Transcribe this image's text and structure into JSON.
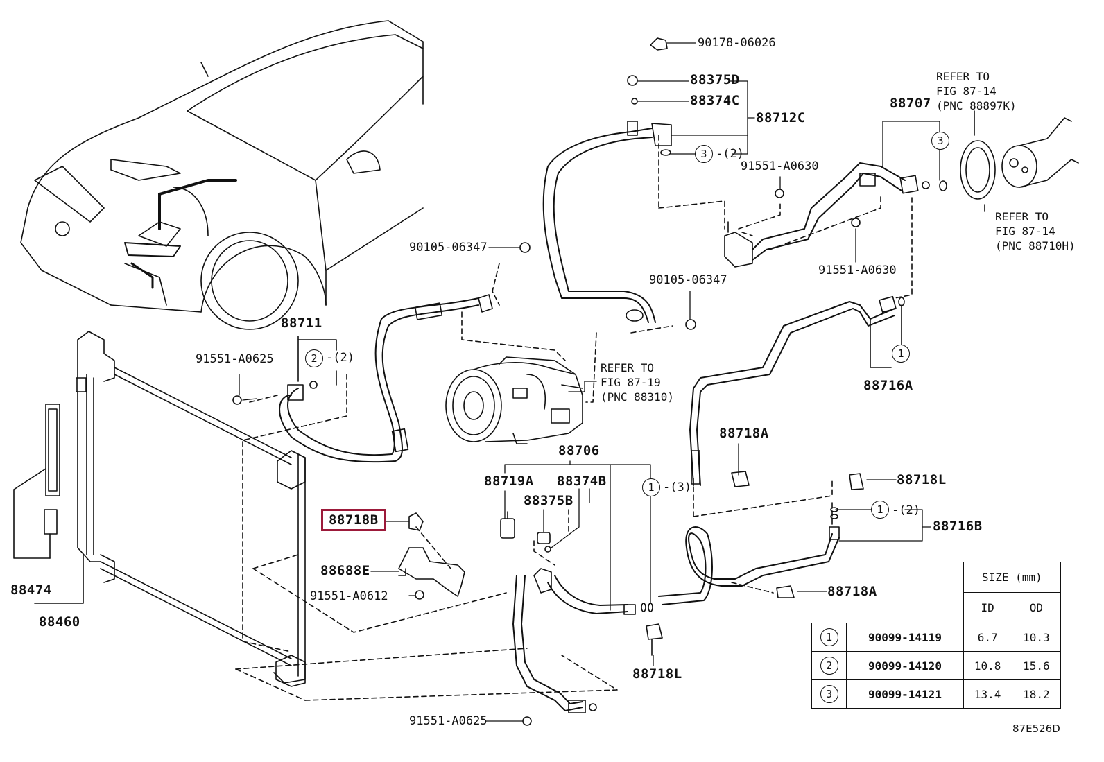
{
  "accent_color": "#9c1a3a",
  "highlighted_part": "88718B",
  "labels": {
    "p90178_06026": "90178-06026",
    "p88375D": "88375D",
    "p88374C": "88374C",
    "p88712C": "88712C",
    "p91551_A0630_top": "91551-A0630",
    "p88707": "88707",
    "refer_8714_k_line1": "REFER TO",
    "refer_8714_k_line2": "FIG 87-14",
    "refer_8714_k_line3": "(PNC 88897K)",
    "refer_8714_h_line1": "REFER TO",
    "refer_8714_h_line2": "FIG 87-14",
    "refer_8714_h_line3": "(PNC 88710H)",
    "p90105_06347_left": "90105-06347",
    "p90105_06347_mid": "90105-06347",
    "p91551_A0630_bottom": "91551-A0630",
    "p88711": "88711",
    "p91551_A0625_left": "91551-A0625",
    "refer_8719_line1": "REFER TO",
    "refer_8719_line2": "FIG 87-19",
    "refer_8719_line3": "(PNC 88310)",
    "p88716A": "88716A",
    "p88718A_top": "88718A",
    "p88706": "88706",
    "p88719A": "88719A",
    "p88374B": "88374B",
    "p88375B": "88375B",
    "p88718L_right": "88718L",
    "p88716B": "88716B",
    "p88718B": "88718B",
    "p88688E": "88688E",
    "p91551_A0612": "91551-A0612",
    "p88474": "88474",
    "p88460": "88460",
    "p88718A_bottom": "88718A",
    "p88718L_bottom": "88718L",
    "p91551_A0625_bottom": "91551-A0625",
    "diagram_code": "87E526D"
  },
  "callouts": {
    "c3_top": {
      "num": "3",
      "qty": "-(2)"
    },
    "c3_right": {
      "num": "3"
    },
    "c2_left": {
      "num": "2",
      "qty": "-(2)"
    },
    "c1_right": {
      "num": "1"
    },
    "c1_mid": {
      "num": "1",
      "qty": "-(3)"
    },
    "c1_lower": {
      "num": "1",
      "qty": "-(2)"
    }
  },
  "size_table": {
    "header": "SIZE (mm)",
    "col_id": "ID",
    "col_od": "OD",
    "rows": [
      {
        "num": "1",
        "part": "90099-14119",
        "id": "6.7",
        "od": "10.3"
      },
      {
        "num": "2",
        "part": "90099-14120",
        "id": "10.8",
        "od": "15.6"
      },
      {
        "num": "3",
        "part": "90099-14121",
        "id": "13.4",
        "od": "18.2"
      }
    ]
  }
}
